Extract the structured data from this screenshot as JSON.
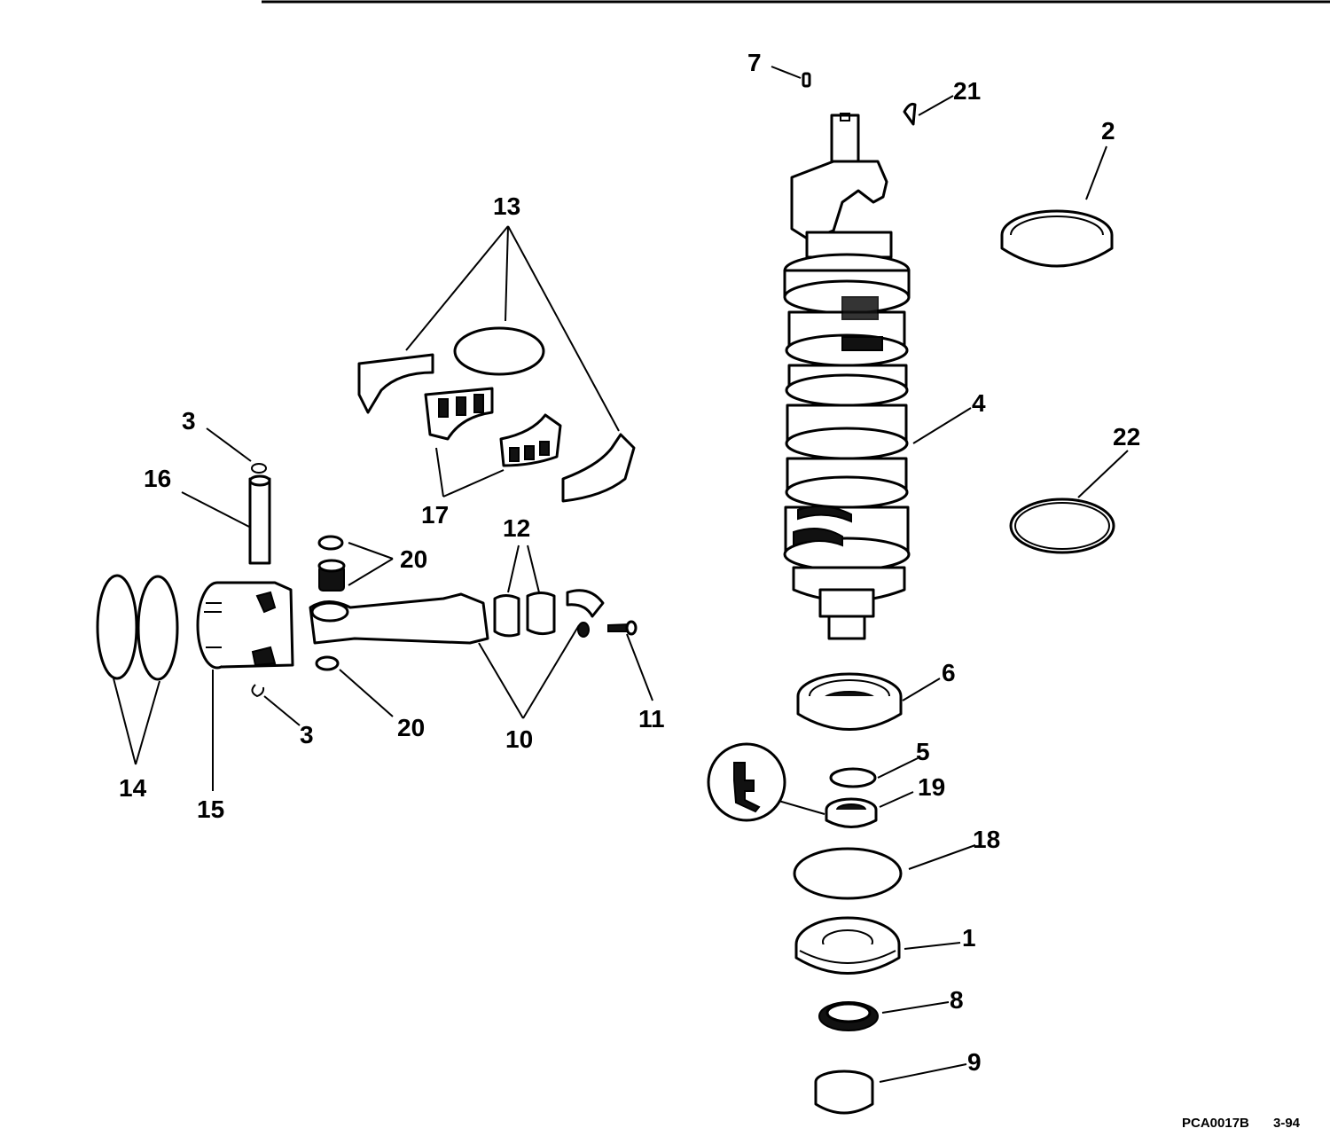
{
  "diagram": {
    "part_numbers": {
      "p1": "1",
      "p2": "2",
      "p3a": "3",
      "p3b": "3",
      "p4": "4",
      "p5": "5",
      "p6": "6",
      "p7": "7",
      "p8": "8",
      "p9": "9",
      "p10": "10",
      "p11": "11",
      "p12": "12",
      "p13": "13",
      "p14": "14",
      "p15": "15",
      "p16": "16",
      "p17": "17",
      "p18": "18",
      "p19": "19",
      "p20a": "20",
      "p20b": "20",
      "p21": "21",
      "p22": "22"
    },
    "footer": {
      "code": "PCA0017B",
      "date": "3-94"
    },
    "colors": {
      "ink": "#000000",
      "paper": "#ffffff"
    },
    "icons": {
      "sealant": "sealant-tube-icon"
    }
  }
}
